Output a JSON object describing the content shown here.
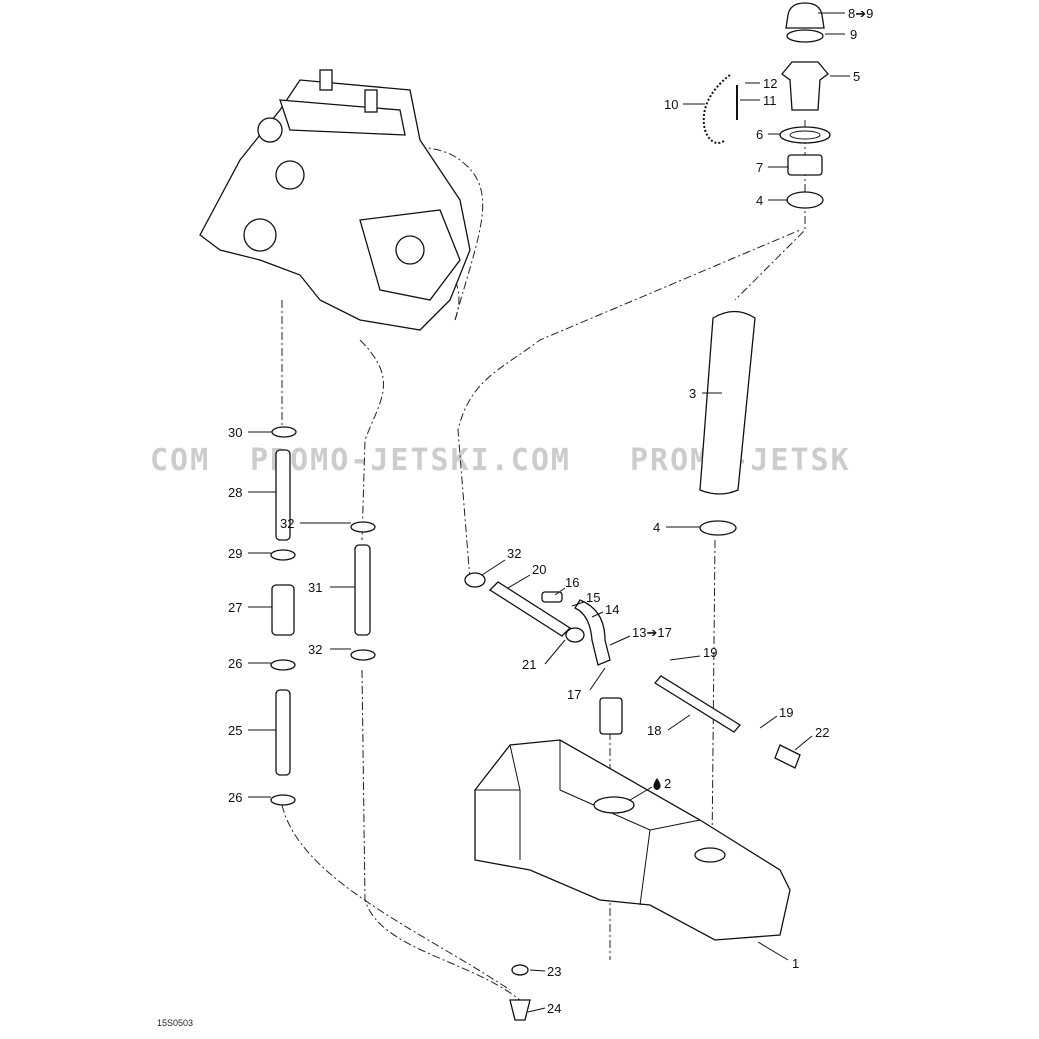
{
  "diagram": {
    "code": "15S0503",
    "watermark": "PROMO-JETSKI.COM",
    "watermark_left": "COM",
    "watermark_right": "PROMO-JETSK",
    "callouts": [
      "8➔9",
      "9",
      "5",
      "12",
      "11",
      "10",
      "6",
      "7",
      "4",
      "3",
      "4",
      "30",
      "28",
      "32",
      "29",
      "27",
      "31",
      "32",
      "26",
      "25",
      "26",
      "32",
      "20",
      "16",
      "15",
      "14",
      "13➔17",
      "21",
      "19",
      "17",
      "18",
      "19",
      "22",
      "2",
      "1",
      "23",
      "24"
    ]
  }
}
